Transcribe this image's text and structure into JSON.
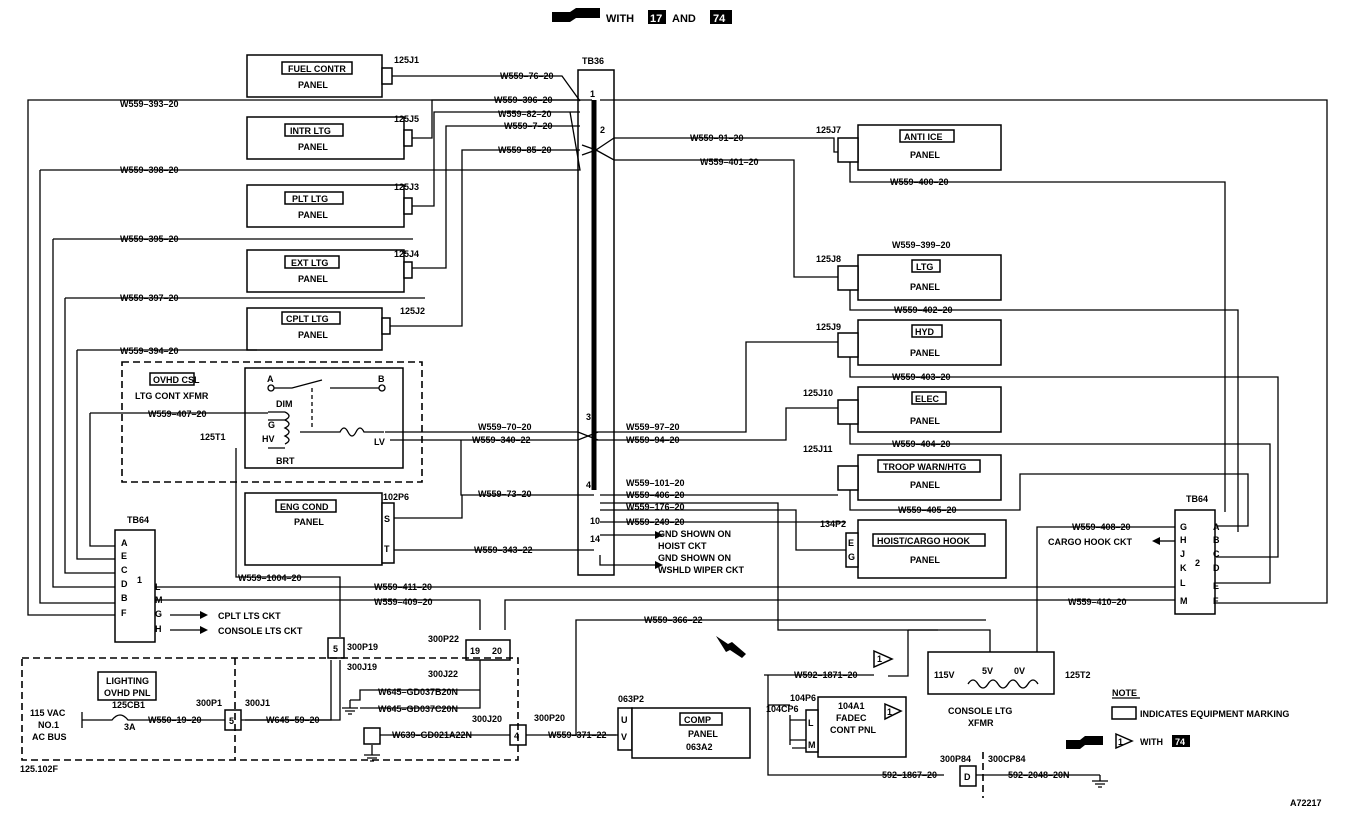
{
  "header": {
    "prefix": "WITH",
    "n1": "17",
    "and": "AND",
    "n2": "74"
  },
  "panels": {
    "fuel": {
      "name": "FUEL CONTR",
      "sub": "PANEL",
      "conn": "125J1"
    },
    "intr": {
      "name": "INTR LTG",
      "sub": "PANEL",
      "conn": "125J5"
    },
    "plt": {
      "name": "PLT LTG",
      "sub": "PANEL",
      "conn": "125J3"
    },
    "ext": {
      "name": "EXT LTG",
      "sub": "PANEL",
      "conn": "125J4"
    },
    "cplt": {
      "name": "CPLT LTG",
      "sub": "PANEL",
      "conn": "125J2"
    },
    "antiice": {
      "name": "ANTI ICE",
      "sub": "PANEL",
      "conn": "125J7"
    },
    "ltg": {
      "name": "LTG",
      "sub": "PANEL",
      "conn": "125J8"
    },
    "hyd": {
      "name": "HYD",
      "sub": "PANEL",
      "conn": "125J9"
    },
    "elec": {
      "name": "ELEC",
      "sub": "PANEL",
      "conn": "125J10"
    },
    "troop": {
      "name": "TROOP WARN/HTG",
      "sub": "PANEL",
      "conn": "125J11"
    },
    "hoist": {
      "name": "HOIST/CARGO HOOK",
      "sub": "PANEL",
      "conn": "134P2"
    },
    "eng": {
      "name": "ENG COND",
      "sub": "PANEL",
      "conn": "102P6"
    }
  },
  "tb36": "TB36",
  "tb64": "TB64",
  "wires": {
    "w76": "W559–76–20",
    "w396": "W559–396–20",
    "w82": "W559–82–20",
    "w7": "W559–7–20",
    "w85": "W559–85–20",
    "w393": "W559–393–20",
    "w398": "W559–398–20",
    "w395": "W559–395–20",
    "w397": "W559–397–20",
    "w394": "W559–394–20",
    "w91": "W559–91–20",
    "w401": "W559–401–20",
    "w400": "W559–400–20",
    "w399": "W559–399–20",
    "w402": "W559–402–20",
    "w403": "W559–403–20",
    "w404": "W559–404–20",
    "w405": "W559–405–20",
    "w407": "W559–407–20",
    "w70": "W559–70–20",
    "w340": "W559–340–22",
    "w97": "W559–97–20",
    "w94": "W559–94–20",
    "w73": "W559–73–20",
    "w101": "W559–101–20",
    "w406": "W559–406–20",
    "w176": "W559–176–20",
    "w249": "W559–249–20",
    "w343": "W559–343–22",
    "w408": "W559–408–20",
    "w1004": "W559–1004–20",
    "w411": "W559–411–20",
    "w409": "W559–409–20",
    "w410": "W559–410–20",
    "w366": "W559–366–22",
    "w1871": "W592–1871–20",
    "w550": "W550–19–20",
    "w645": "W645–59–20",
    "wgd37b": "W645–GD037B20N",
    "wgd37c": "W645–GD037C20N",
    "wgd21": "W639–GD021A22N",
    "w371": "W559–371–22",
    "w1867": "592–1867–20",
    "w2048": "592–2048–20N"
  },
  "xfmr": {
    "title": "OVHD CSL",
    "sub": "LTG CONT XFMR",
    "ref": "125T1",
    "a": "A",
    "b": "B",
    "dim": "DIM",
    "g": "G",
    "hv": "HV",
    "brt": "BRT",
    "lv": "LV"
  },
  "gnd": {
    "hoist1": "GND SHOWN ON",
    "hoist2": "HOIST CKT",
    "wshld1": "GND SHOWN ON",
    "wshld2": "WSHLD WIPER CKT"
  },
  "cargo": "CARGO HOOK CKT",
  "cplt_ckt": "CPLT LTS CKT",
  "console_ckt": "CONSOLE LTS CKT",
  "lighting": {
    "title1": "LIGHTING",
    "title2": "OVHD PNL",
    "vac1": "115 VAC",
    "vac2": "NO.1",
    "vac3": "AC BUS",
    "cb": "125CB1",
    "amp": "3A",
    "ref": "125.102F"
  },
  "conns": {
    "p19": "300P19",
    "j19": "300J19",
    "p22": "300P22",
    "j22": "300J22",
    "p1": "300P1",
    "j1": "300J1",
    "j20": "300J20",
    "p20": "300P20",
    "p84": "300P84",
    "cp84": "300CP84",
    "p6": "104P6",
    "cp6": "104CP6"
  },
  "comp": {
    "name": "COMP",
    "sub1": "PANEL",
    "sub2": "063A2",
    "conn": "063P2"
  },
  "fadec": {
    "l1": "104A1",
    "l2": "FADEC",
    "l3": "CONT PNL"
  },
  "console_xfmr": {
    "v115": "115V",
    "v5": "5V",
    "v0": "0V",
    "ref": "125T2",
    "l1": "CONSOLE LTG",
    "l2": "XFMR"
  },
  "note": {
    "title": "NOTE",
    "marking": "INDICATES EQUIPMENT MARKING",
    "with": "WITH",
    "num": "74"
  },
  "figure_id": "A72217"
}
